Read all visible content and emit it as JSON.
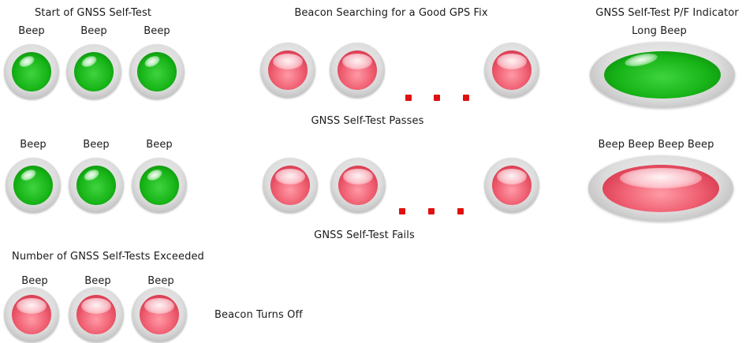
{
  "labels": {
    "start_title": "Start of GNSS Self-Test",
    "searching_title": "Beacon Searching for a Good GPS Fix",
    "indicator_title": "GNSS Self-Test P/F Indicator",
    "long_beep": "Long Beep",
    "passes": "GNSS Self-Test Passes",
    "beep_x4": "Beep Beep Beep Beep",
    "fails": "GNSS Self-Test Fails",
    "exceeded_title": "Number of GNSS Self-Tests Exceeded",
    "beacon_off": "Beacon Turns Off",
    "beep": "Beep"
  },
  "colors": {
    "led_green": "#17b417",
    "led_red": "#f06274",
    "bezel_grey": "#cccccc",
    "dot_red": "#e01010"
  },
  "rows": [
    {
      "id": "start",
      "led_color": "green",
      "led_count": 3,
      "beep_labels": [
        "Beep",
        "Beep",
        "Beep"
      ]
    },
    {
      "id": "pass",
      "led_color": "green",
      "led_count": 3,
      "beep_labels": [
        "Beep",
        "Beep",
        "Beep"
      ]
    },
    {
      "id": "exceeded",
      "led_color": "red",
      "led_count": 3,
      "beep_labels": [
        "Beep",
        "Beep",
        "Beep"
      ]
    }
  ],
  "searching_sequences": [
    {
      "led_color": "red",
      "led_count": 3,
      "ellipsis_dots": 3
    },
    {
      "led_color": "red",
      "led_count": 3,
      "ellipsis_dots": 3
    }
  ],
  "indicator": {
    "pass_led_color": "green",
    "fail_led_color": "red"
  }
}
